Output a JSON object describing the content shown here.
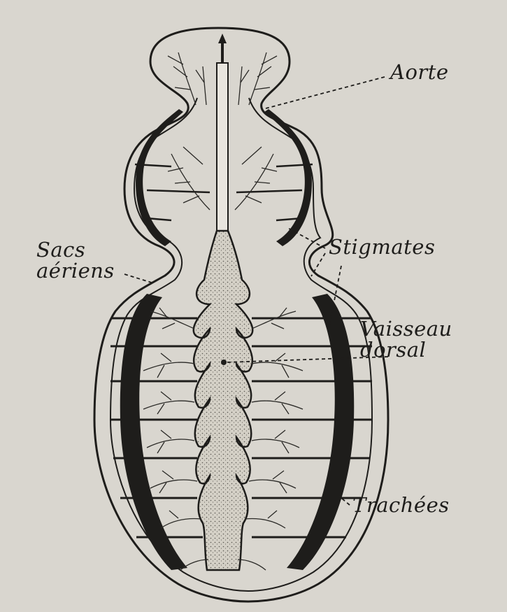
{
  "figure": {
    "labels": {
      "aorte": "Aorte",
      "sacs_line1": "Sacs",
      "sacs_line2": "aériens",
      "stigmates": "Stigmates",
      "vaisseau_line1": "Vaisseau",
      "vaisseau_line2": "dorsal",
      "trachees": "Trachées"
    }
  },
  "colors": {
    "paper": "#d9d6cf",
    "ink": "#1e1d1b",
    "stipple": "#c8c4ba"
  }
}
